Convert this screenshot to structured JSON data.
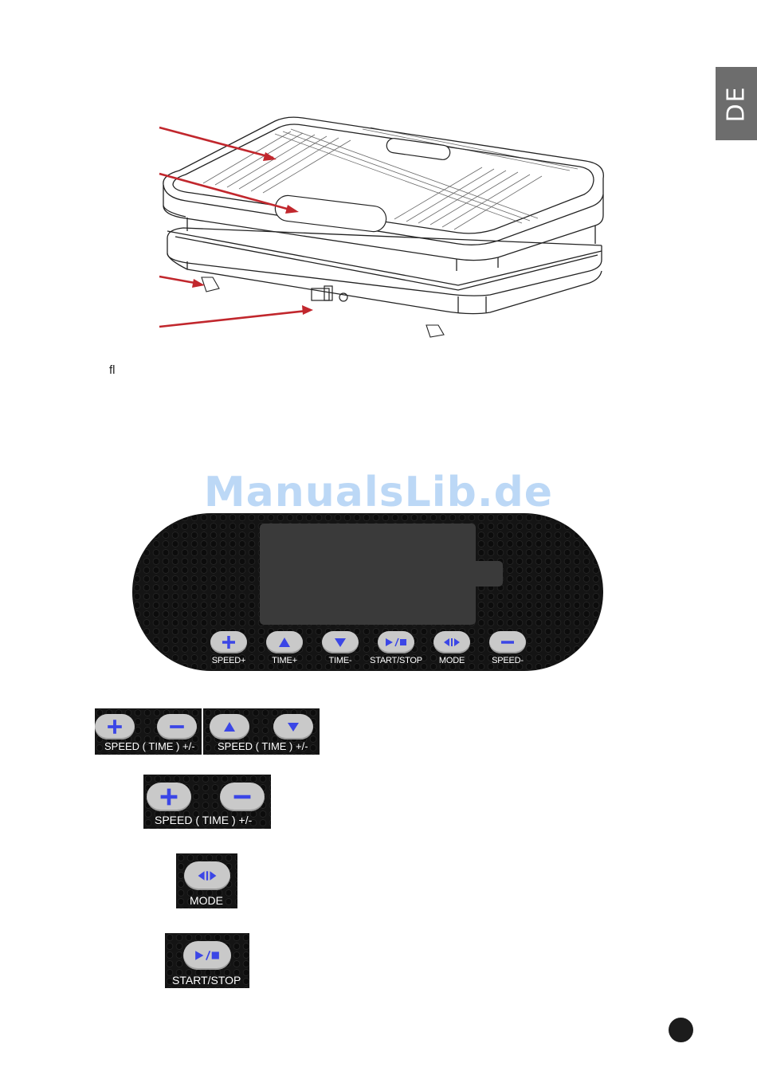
{
  "lang_tab": "DE",
  "figure_label": "fl",
  "watermark": "ManualsLib.de",
  "panel": {
    "buttons": [
      {
        "icon": "plus-icon",
        "label": "SPEED+"
      },
      {
        "icon": "triangle-up-icon",
        "label": "TIME+"
      },
      {
        "icon": "triangle-down-icon",
        "label": "TIME-"
      },
      {
        "icon": "play-stop-icon",
        "label": "START/STOP"
      },
      {
        "icon": "mode-icon",
        "label": "MODE"
      },
      {
        "icon": "minus-icon",
        "label": "SPEED-"
      }
    ]
  },
  "examples": {
    "speed_pm_label": "SPEED ( TIME ) +/-",
    "time_pm_label": "SPEED ( TIME ) +/-",
    "speed_pm2_label": "SPEED ( TIME ) +/-",
    "mode_label": "MODE",
    "start_stop_label": "START/STOP"
  },
  "colors": {
    "icon_blue": "#3b46e6",
    "arrow_red": "#c1272d",
    "lang_tab_bg": "#6d6d6d",
    "watermark": "#bcd8f6"
  }
}
